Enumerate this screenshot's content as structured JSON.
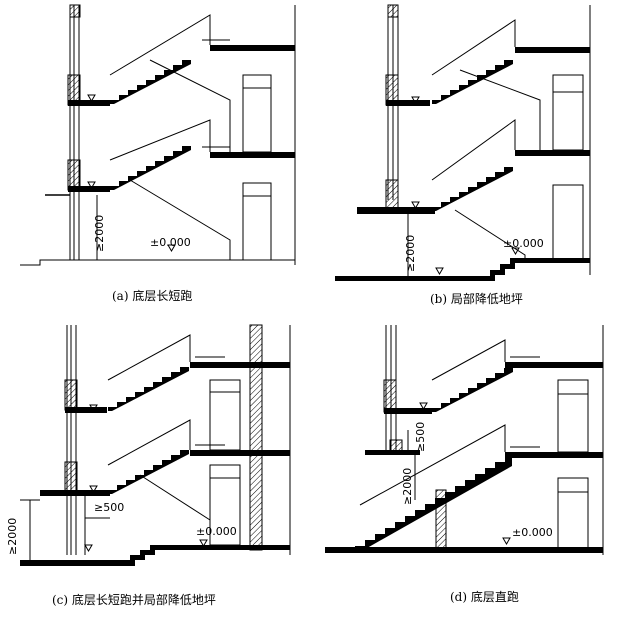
{
  "captions": {
    "a": "(a) 底层长短跑",
    "b": "(b) 局部降低地坪",
    "c": "(c) 底层长短跑并局部降低地坪",
    "d": "(d) 底层直跑"
  },
  "labels": {
    "a": {
      "height": "≥2000",
      "level": "±0.000"
    },
    "b": {
      "height": "≥2000",
      "level": "±0.000"
    },
    "c": {
      "height": "≥2000",
      "step": "≥500",
      "level": "±0.000"
    },
    "d": {
      "height": "≥2000",
      "step": "≥500",
      "level": "±0.000"
    }
  }
}
